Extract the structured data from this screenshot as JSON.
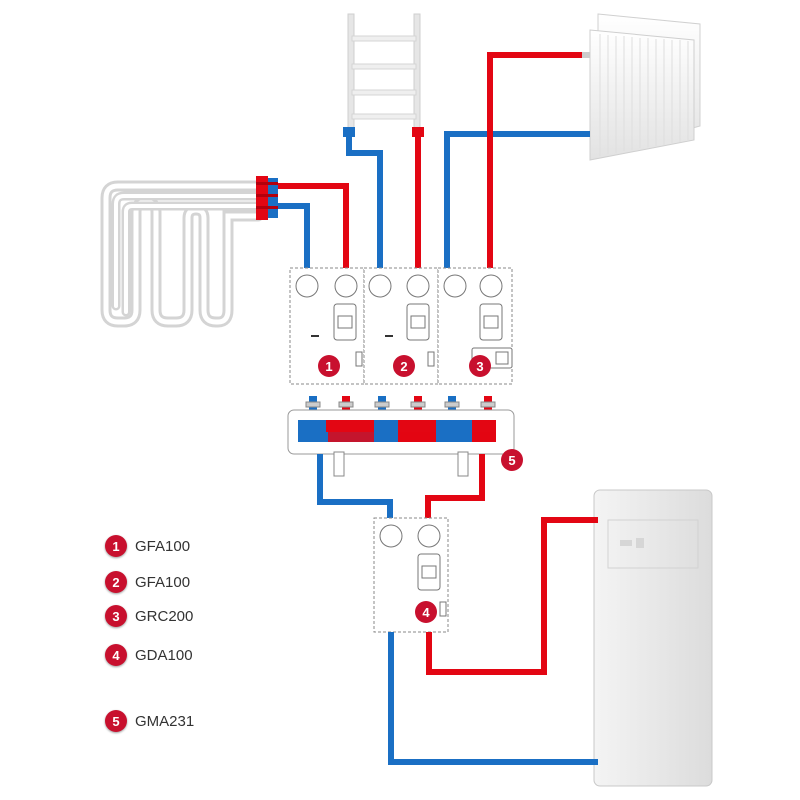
{
  "components": [
    {
      "number": "1",
      "model": "GFA100"
    },
    {
      "number": "2",
      "model": "GFA100"
    },
    {
      "number": "3",
      "model": "GRC200"
    },
    {
      "number": "4",
      "model": "GDA100"
    },
    {
      "number": "5",
      "model": "GMA231"
    }
  ],
  "colors": {
    "supply": "#e30613",
    "return": "#1a6fc4",
    "badge": "#c8102e",
    "module_border": "#8a8a8a"
  },
  "icons": [
    "underfloor-heating-coil-icon",
    "towel-radiator-icon",
    "panel-radiator-icon",
    "boiler-icon"
  ]
}
